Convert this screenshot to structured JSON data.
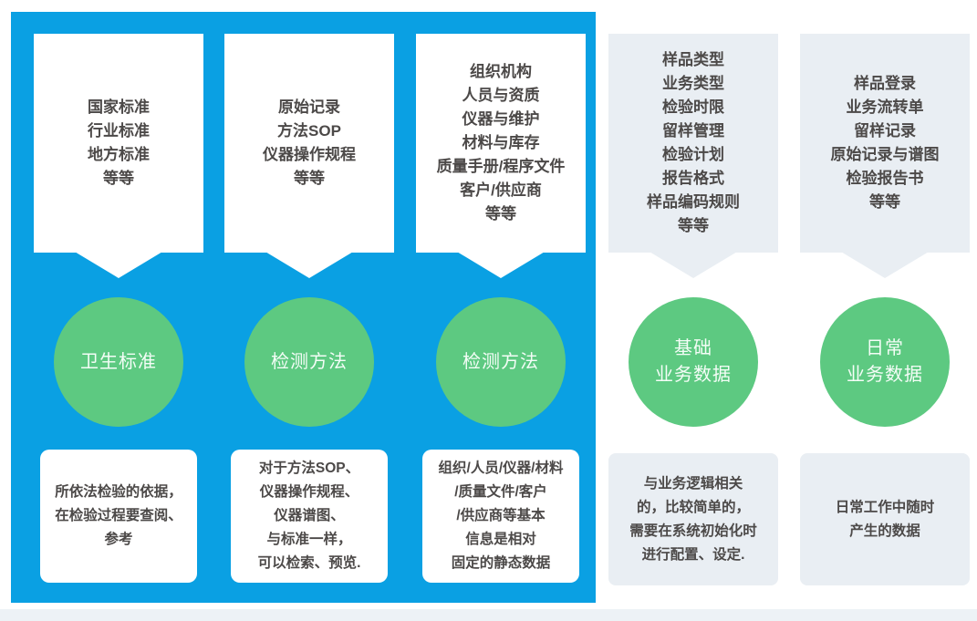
{
  "colors": {
    "panel_blue": "#0AA0E3",
    "circle_green": "#5DC981",
    "box_gray": "#E9EEF3",
    "text_dark": "#4C4948",
    "footer_strip": "#EDF2F6"
  },
  "columns": {
    "c1": {
      "top": "国家标准\n行业标准\n地方标准\n等等",
      "circle": "卫生标准",
      "bottom": "所依法检验的依据，\n在检验过程要查阅、\n参考"
    },
    "c2": {
      "top": "原始记录\n方法SOP\n仪器操作规程\n等等",
      "circle": "检测方法",
      "bottom": "对于方法SOP、\n仪器操作规程、\n仪器谱图、\n与标准一样，\n可以检索、预览."
    },
    "c3": {
      "top": "组织机构\n人员与资质\n仪器与维护\n材料与库存\n质量手册/程序文件\n客户/供应商\n等等",
      "circle": "检测方法",
      "bottom": "组织/人员/仪器/材料\n/质量文件/客户\n/供应商等基本\n信息是相对\n固定的静态数据"
    },
    "c4": {
      "top": "样品类型\n业务类型\n检验时限\n留样管理\n检验计划\n报告格式\n样品编码规则\n等等",
      "circle": "基础\n业务数据",
      "bottom": "与业务逻辑相关\n的，比较简单的，\n需要在系统初始化时\n进行配置、设定."
    },
    "c5": {
      "top": "样品登录\n业务流转单\n留样记录\n原始记录与谱图\n检验报告书\n等等",
      "circle": "日常\n业务数据",
      "bottom": "日常工作中随时\n产生的数据"
    }
  }
}
